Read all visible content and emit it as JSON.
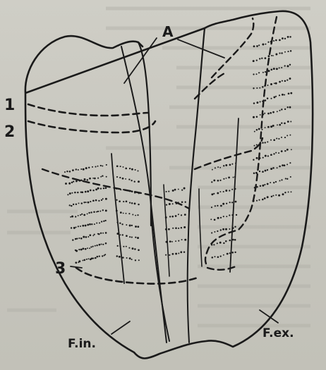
{
  "figure": {
    "labels": {
      "a": "A",
      "n1": "1",
      "n2": "2",
      "n3": "3",
      "fin": "F.in.",
      "fex": "F.ex."
    },
    "colors": {
      "paper": "#cfcec6",
      "ink": "#1a1a1a",
      "page_bleed": "#8a8a84"
    }
  }
}
